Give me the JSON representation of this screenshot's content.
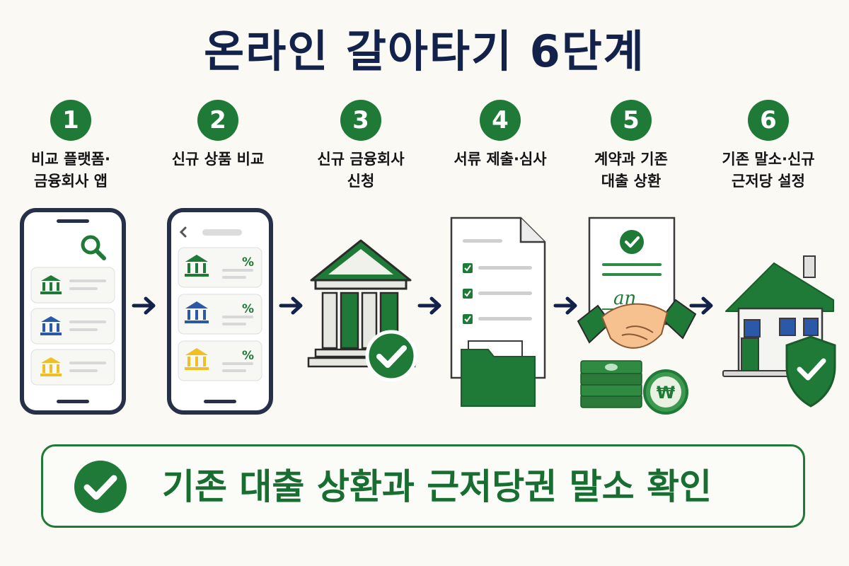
{
  "title": "온라인 갈아타기 6단계",
  "steps": [
    {
      "number": "1",
      "lines": [
        "비교 플랫폼·",
        "금융회사 앱"
      ]
    },
    {
      "number": "2",
      "lines": [
        "신규 상품 비교"
      ]
    },
    {
      "number": "3",
      "lines": [
        "신규 금융회사",
        "신청"
      ]
    },
    {
      "number": "4",
      "lines": [
        "서류 제출·심사"
      ]
    },
    {
      "number": "5",
      "lines": [
        "계약과 기존",
        "대출 상환"
      ]
    },
    {
      "number": "6",
      "lines": [
        "기존 말소·신규",
        "근저당 설정"
      ]
    }
  ],
  "rate_symbol": "%",
  "currency_symbol": "₩",
  "signature": "an",
  "banner": {
    "text": "기존 대출 상환과 근저당권 말소 확인"
  },
  "colors": {
    "green": "#1f7a37",
    "navy": "#13224a",
    "blue": "#2c58a8",
    "yellow": "#f0be25"
  },
  "icons": [
    "search-icon",
    "bank-icon",
    "percent-icon",
    "check-icon",
    "document-icon",
    "folder-icon",
    "handshake-icon",
    "cash-icon",
    "coin-icon",
    "house-icon",
    "shield-icon",
    "arrow-right-icon"
  ]
}
